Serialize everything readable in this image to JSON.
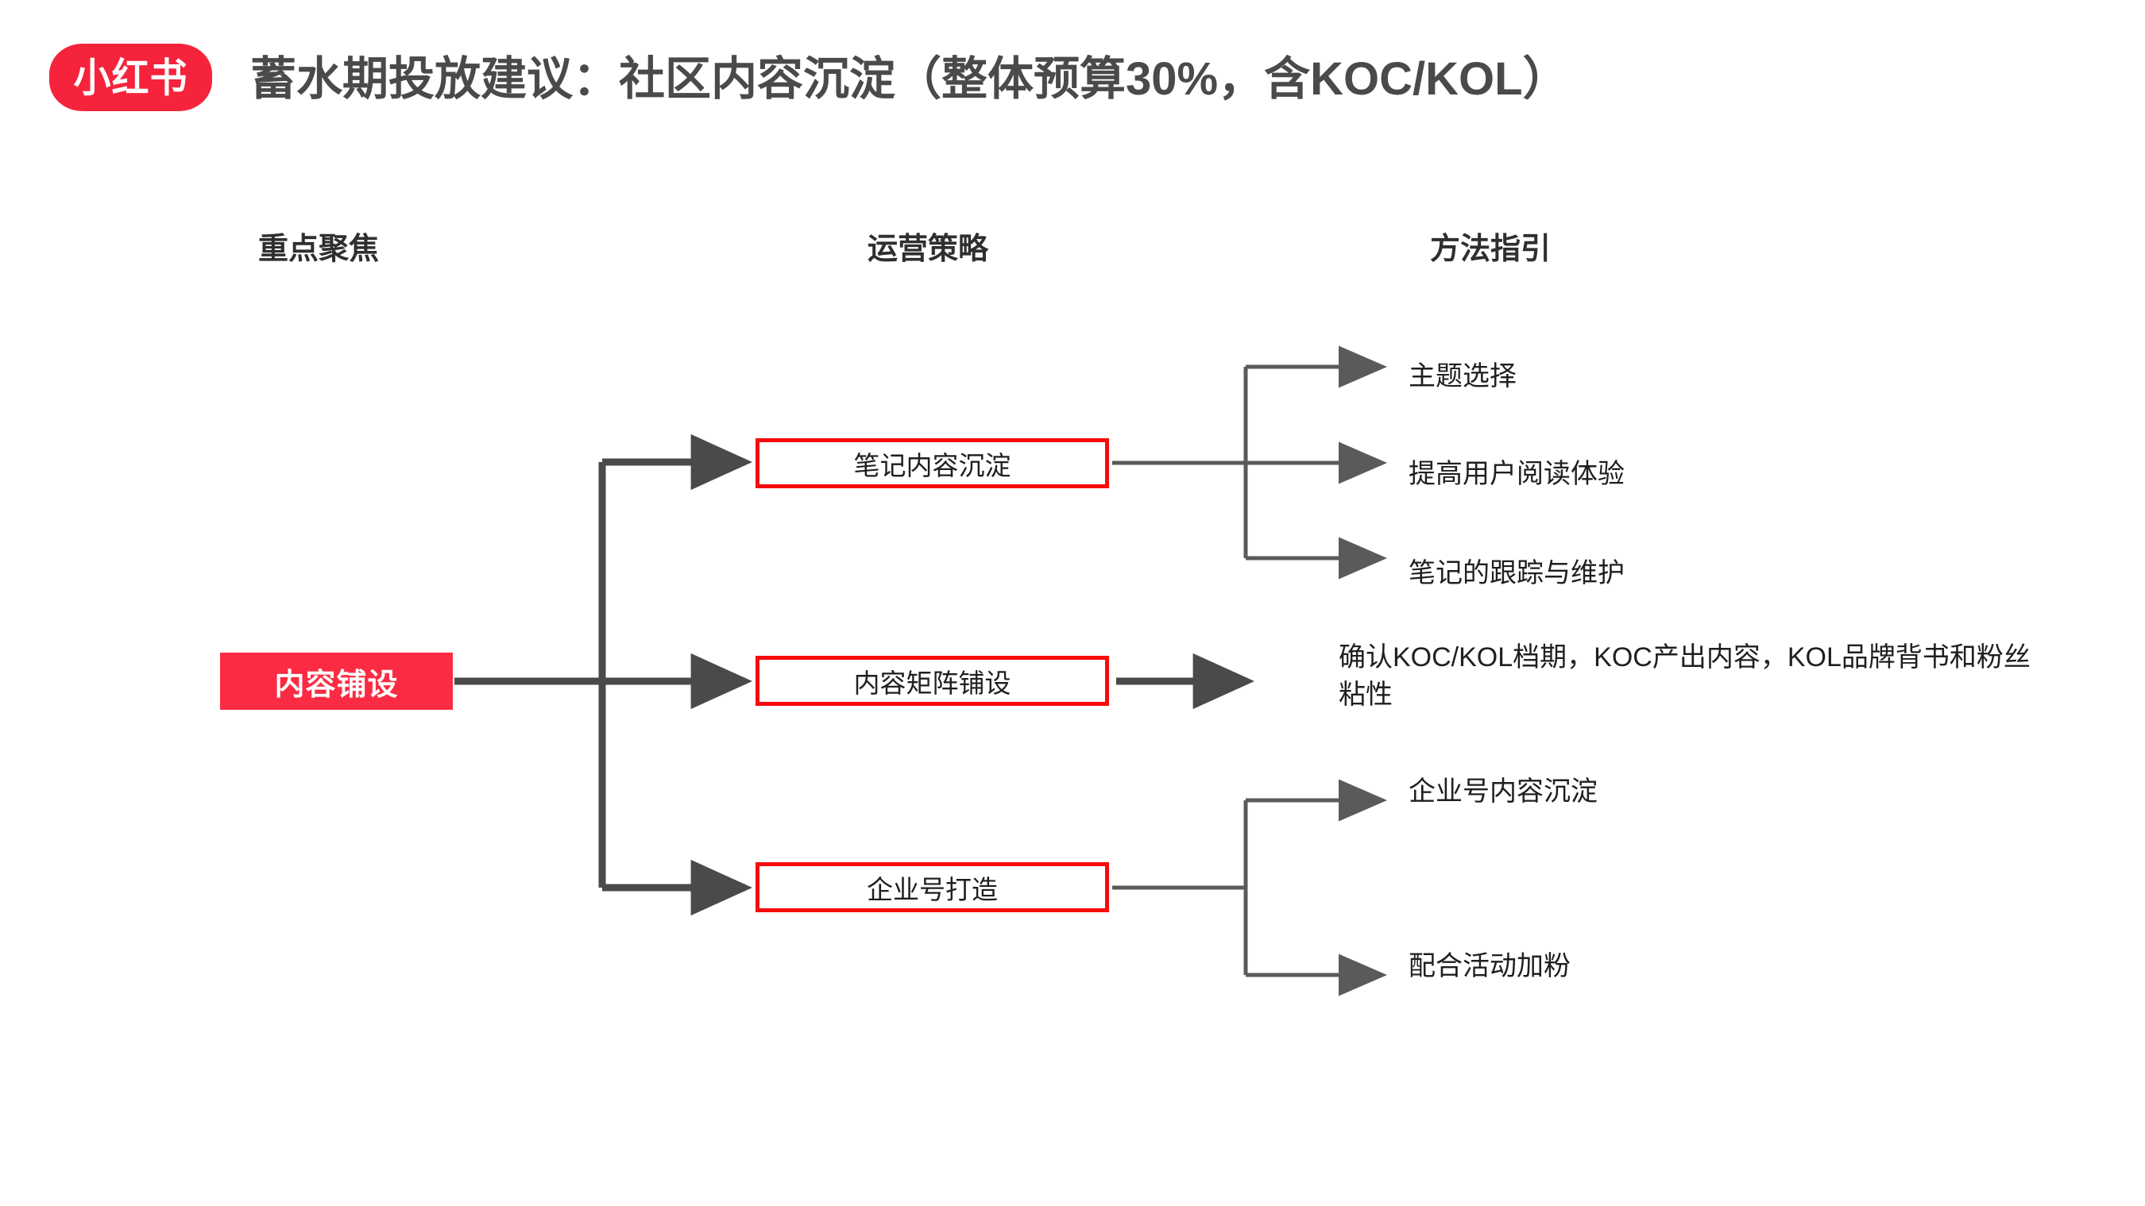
{
  "header": {
    "logo_text": "小红书",
    "logo_color": "#F5243C",
    "title": "蓄水期投放建议：社区内容沉淀（整体预算30%，含KOC/KOL）",
    "title_color": "#4a4a4a"
  },
  "columns": [
    {
      "label": "重点聚焦"
    },
    {
      "label": "运营策略"
    },
    {
      "label": "方法指引"
    }
  ],
  "focus": {
    "label": "内容铺设",
    "fill_color": "#FA2B42",
    "text_color": "#FFFFFF"
  },
  "strategies": [
    {
      "label": "笔记内容沉淀",
      "border_color": "#F60B0B"
    },
    {
      "label": "内容矩阵铺设",
      "border_color": "#F60B0B"
    },
    {
      "label": "企业号打造",
      "border_color": "#F60B0B"
    }
  ],
  "methods": {
    "group_0": [
      {
        "label": "主题选择"
      },
      {
        "label": "提高用户阅读体验"
      },
      {
        "label": "笔记的跟踪与维护"
      }
    ],
    "group_1": [
      {
        "label": "确认KOC/KOL档期，KOC产出内容，KOL品牌背书和粉丝粘性"
      }
    ],
    "group_2": [
      {
        "label": "企业号内容沉淀"
      },
      {
        "label": "配合活动加粉"
      }
    ]
  },
  "connectors": {
    "primary_color": "#4a4a4a",
    "secondary_color": "#6b6b6b"
  }
}
